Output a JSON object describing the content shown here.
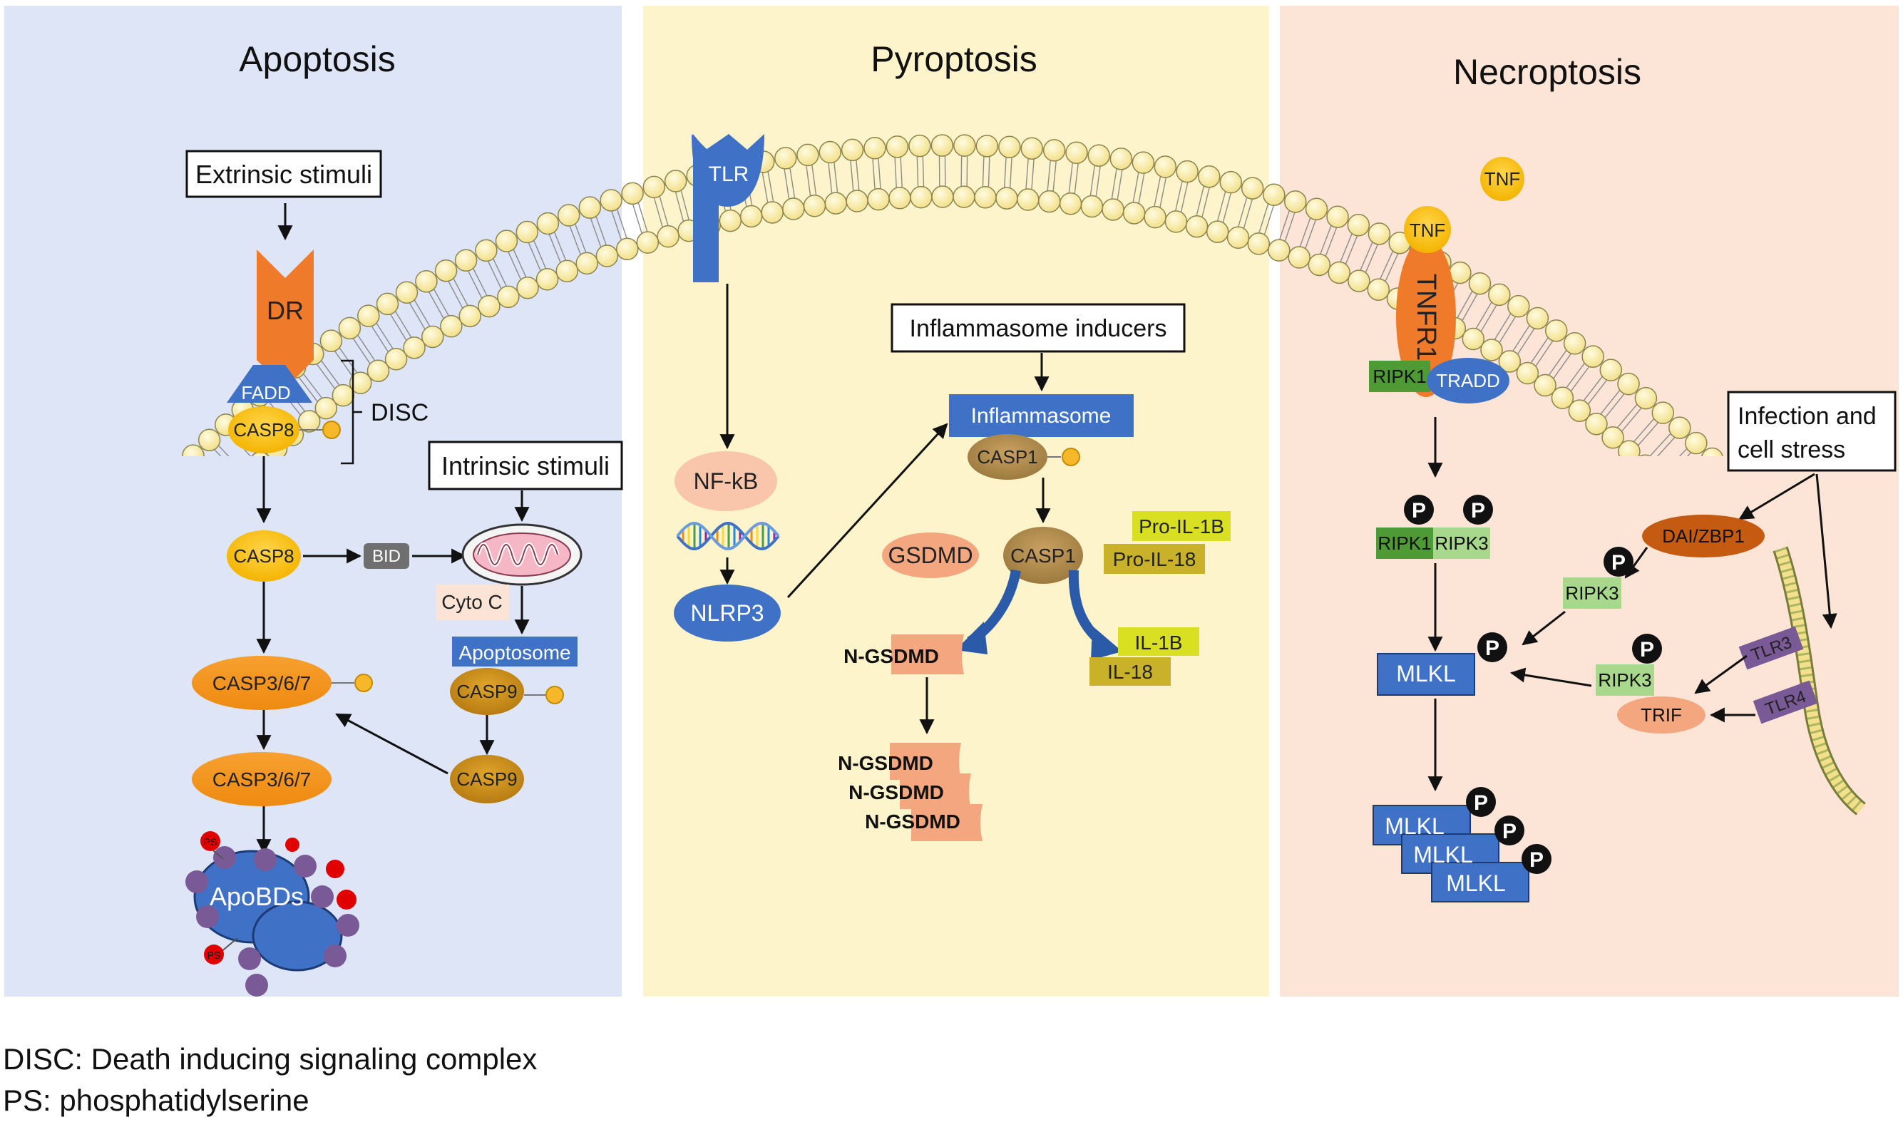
{
  "panels": {
    "apoptosis": {
      "title": "Apoptosis",
      "color": "#dde5f6"
    },
    "pyroptosis": {
      "title": "Pyroptosis",
      "color": "#fdf4cc"
    },
    "necroptosis": {
      "title": "Necroptosis",
      "color": "#fce4d6"
    }
  },
  "apoptosis": {
    "extrinsic_stimuli": "Extrinsic stimuli",
    "dr": "DR",
    "fadd": "FADD",
    "casp8_disc": "CASP8",
    "disc": "DISC",
    "intrinsic_stimuli": "Intrinsic stimuli",
    "casp8": "CASP8",
    "bid": "BID",
    "cyto_c": "Cyto C",
    "apoptosome": "Apoptosome",
    "casp9_a": "CASP9",
    "casp9_b": "CASP9",
    "casp367_a": "CASP3/6/7",
    "casp367_b": "CASP3/6/7",
    "apobds": "ApoBDs",
    "ps_1": "PS",
    "ps_2": "PS"
  },
  "pyroptosis": {
    "tlr": "TLR",
    "nfkb": "NF-kB",
    "nlrp3": "NLRP3",
    "inflammasome_inducers": "Inflammasome inducers",
    "inflammasome": "Inflammasome",
    "casp1_a": "CASP1",
    "casp1_b": "CASP1",
    "gsdmd": "GSDMD",
    "pro_il1b": "Pro-IL-1B",
    "pro_il18": "Pro-IL-18",
    "il1b": "IL-1B",
    "il18": "IL-18",
    "n_gsdmd": "N-GSDMD",
    "n_gsdmd_stack": [
      "N-GSDMD",
      "N-GSDMD",
      "N-GSDMD"
    ]
  },
  "necroptosis": {
    "tnf_free": "TNF",
    "tnf_bound": "TNF",
    "tnfr1": "TNFR1",
    "ripk1": "RIPK1",
    "tradd": "TRADD",
    "infection_stress_l1": "Infection and",
    "infection_stress_l2": "cell stress",
    "ripk1_p": "RIPK1",
    "ripk3_p": "RIPK3",
    "p_label": "P",
    "dai_zbp1": "DAI/ZBP1",
    "ripk3_b": "RIPK3",
    "ripk3_c": "RIPK3",
    "mlkl": "MLKL",
    "tlr3": "TLR3",
    "tlr4": "TLR4",
    "trif": "TRIF",
    "mlkl_stack": [
      "MLKL",
      "MLKL",
      "MLKL"
    ]
  },
  "legend": {
    "disc_def": "DISC: Death inducing signaling complex",
    "ps_def": "PS: phosphatidylserine"
  }
}
